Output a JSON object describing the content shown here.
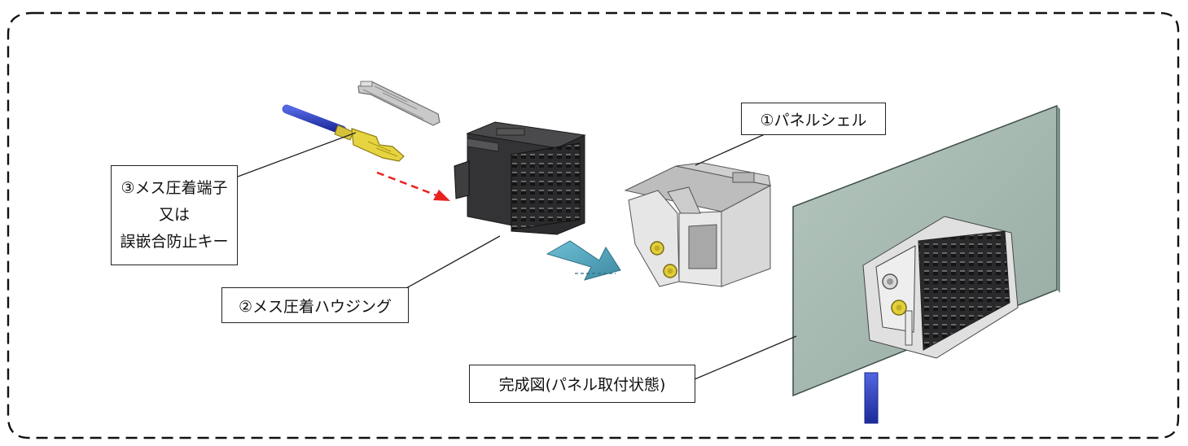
{
  "labels": {
    "panel_shell": "①パネルシェル",
    "housing": "②メス圧着ハウジング",
    "terminal": [
      "③メス圧着端子",
      "又は",
      "誤嵌合防止キー"
    ],
    "completed": "完成図(パネル取付状態)"
  },
  "colors": {
    "cable": "#2b3fc0",
    "terminal": "#e2cf3c",
    "housing": "#3a3a3c",
    "shell": "#dedede",
    "panel": "#a7bab2",
    "arrow_dashed": "#e8231e",
    "arrow_block": "#4a9cb3",
    "border": "#111111"
  }
}
